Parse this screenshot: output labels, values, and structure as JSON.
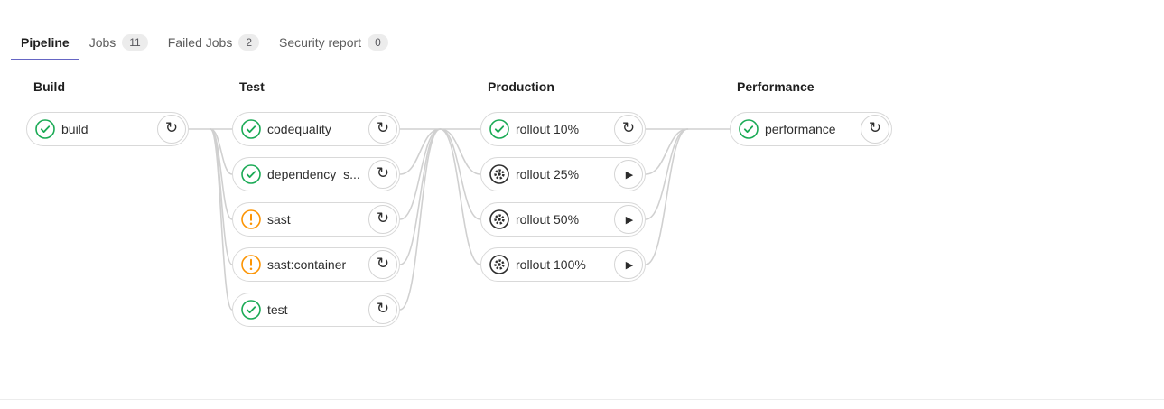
{
  "tabs": [
    {
      "label": "Pipeline",
      "active": true
    },
    {
      "label": "Jobs",
      "badge": "11"
    },
    {
      "label": "Failed Jobs",
      "badge": "2"
    },
    {
      "label": "Security report",
      "badge": "0"
    }
  ],
  "pipeline": {
    "stages": [
      {
        "name": "Build",
        "jobs": [
          {
            "label": "build",
            "status": "success",
            "action": "retry"
          }
        ]
      },
      {
        "name": "Test",
        "jobs": [
          {
            "label": "codequality",
            "status": "success",
            "action": "retry"
          },
          {
            "label": "dependency_s...",
            "status": "success",
            "action": "retry"
          },
          {
            "label": "sast",
            "status": "warning",
            "action": "retry"
          },
          {
            "label": "sast:container",
            "status": "warning",
            "action": "retry"
          },
          {
            "label": "test",
            "status": "success",
            "action": "retry"
          }
        ]
      },
      {
        "name": "Production",
        "jobs": [
          {
            "label": "rollout 10%",
            "status": "success",
            "action": "retry"
          },
          {
            "label": "rollout 25%",
            "status": "manual",
            "action": "play"
          },
          {
            "label": "rollout 50%",
            "status": "manual",
            "action": "play"
          },
          {
            "label": "rollout 100%",
            "status": "manual",
            "action": "play"
          }
        ]
      },
      {
        "name": "Performance",
        "jobs": [
          {
            "label": "performance",
            "status": "success",
            "action": "retry"
          }
        ]
      }
    ]
  },
  "icons": {
    "retry": "↻",
    "play": "▶"
  },
  "colors": {
    "success": "#1aaa55",
    "warning": "#fc9403",
    "manual": "#2e2e2e",
    "accent": "#6666c4",
    "connector": "#d0d0d0"
  }
}
